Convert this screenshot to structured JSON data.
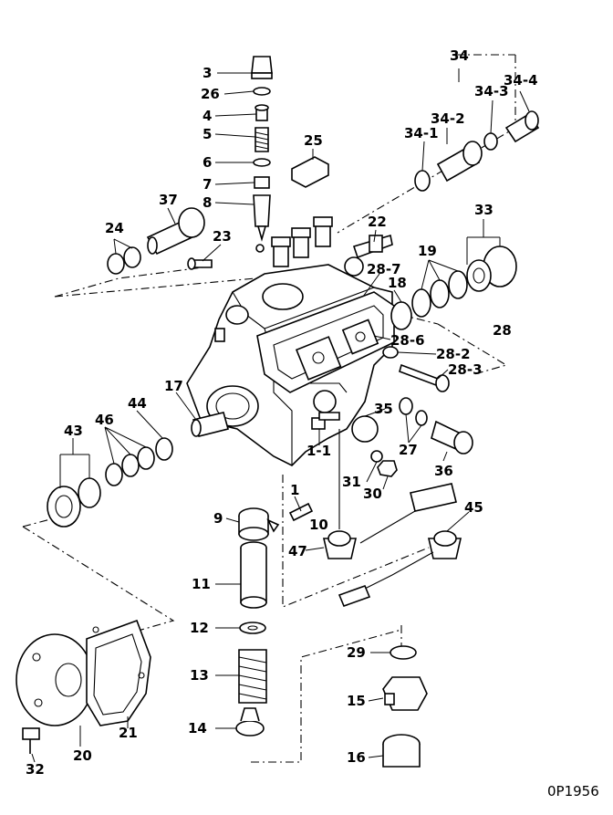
{
  "diagram": {
    "reference_code": "0P1956",
    "callouts": [
      {
        "id": "c3",
        "text": "3"
      },
      {
        "id": "c26",
        "text": "26"
      },
      {
        "id": "c4",
        "text": "4"
      },
      {
        "id": "c5",
        "text": "5"
      },
      {
        "id": "c6",
        "text": "6"
      },
      {
        "id": "c7",
        "text": "7"
      },
      {
        "id": "c8",
        "text": "8"
      },
      {
        "id": "c37",
        "text": "37"
      },
      {
        "id": "c24",
        "text": "24"
      },
      {
        "id": "c23",
        "text": "23"
      },
      {
        "id": "c25",
        "text": "25"
      },
      {
        "id": "c22",
        "text": "22"
      },
      {
        "id": "c34",
        "text": "34"
      },
      {
        "id": "c34_4",
        "text": "34-4"
      },
      {
        "id": "c34_3",
        "text": "34-3"
      },
      {
        "id": "c34_2",
        "text": "34-2"
      },
      {
        "id": "c34_1",
        "text": "34-1"
      },
      {
        "id": "c33",
        "text": "33"
      },
      {
        "id": "c19",
        "text": "19"
      },
      {
        "id": "c18",
        "text": "18"
      },
      {
        "id": "c28_7",
        "text": "28-7"
      },
      {
        "id": "c28",
        "text": "28"
      },
      {
        "id": "c28_6",
        "text": "28-6"
      },
      {
        "id": "c28_2",
        "text": "28-2"
      },
      {
        "id": "c28_3",
        "text": "28-3"
      },
      {
        "id": "c17",
        "text": "17"
      },
      {
        "id": "c44",
        "text": "44"
      },
      {
        "id": "c46",
        "text": "46"
      },
      {
        "id": "c43",
        "text": "43"
      },
      {
        "id": "c35",
        "text": "35"
      },
      {
        "id": "c27",
        "text": "27"
      },
      {
        "id": "c1_1",
        "text": "1-1"
      },
      {
        "id": "c1",
        "text": "1"
      },
      {
        "id": "c31",
        "text": "31"
      },
      {
        "id": "c30",
        "text": "30"
      },
      {
        "id": "c36",
        "text": "36"
      },
      {
        "id": "c9",
        "text": "9"
      },
      {
        "id": "c10",
        "text": "10"
      },
      {
        "id": "c45",
        "text": "45"
      },
      {
        "id": "c47",
        "text": "47"
      },
      {
        "id": "c11",
        "text": "11"
      },
      {
        "id": "c12",
        "text": "12"
      },
      {
        "id": "c13",
        "text": "13"
      },
      {
        "id": "c14",
        "text": "14"
      },
      {
        "id": "c29",
        "text": "29"
      },
      {
        "id": "c15",
        "text": "15"
      },
      {
        "id": "c16",
        "text": "16"
      },
      {
        "id": "c20",
        "text": "20"
      },
      {
        "id": "c21",
        "text": "21"
      },
      {
        "id": "c32",
        "text": "32"
      }
    ]
  }
}
